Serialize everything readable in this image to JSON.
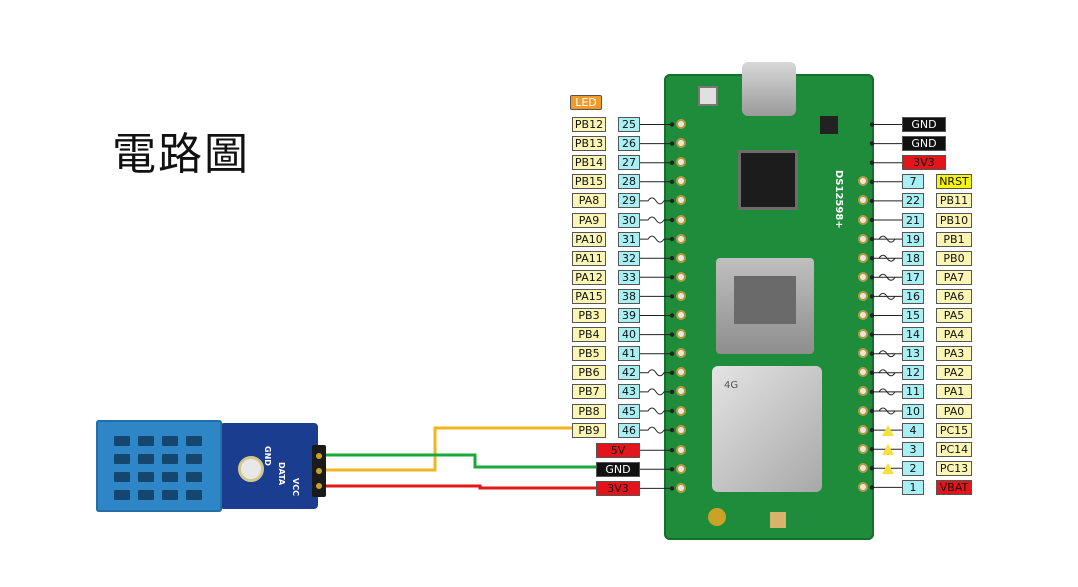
{
  "title": "電路圖",
  "sensor": {
    "labels": [
      "GND",
      "DATA",
      "VCC"
    ]
  },
  "led_label": "LED",
  "left_pins": [
    {
      "name": "PB12",
      "num": "25",
      "wave": false
    },
    {
      "name": "PB13",
      "num": "26",
      "wave": false
    },
    {
      "name": "PB14",
      "num": "27",
      "wave": false
    },
    {
      "name": "PB15",
      "num": "28",
      "wave": false
    },
    {
      "name": "PA8",
      "num": "29",
      "wave": true
    },
    {
      "name": "PA9",
      "num": "30",
      "wave": true
    },
    {
      "name": "PA10",
      "num": "31",
      "wave": true
    },
    {
      "name": "PA11",
      "num": "32",
      "wave": false
    },
    {
      "name": "PA12",
      "num": "33",
      "wave": false
    },
    {
      "name": "PA15",
      "num": "38",
      "wave": false
    },
    {
      "name": "PB3",
      "num": "39",
      "wave": false
    },
    {
      "name": "PB4",
      "num": "40",
      "wave": false
    },
    {
      "name": "PB5",
      "num": "41",
      "wave": false
    },
    {
      "name": "PB6",
      "num": "42",
      "wave": true
    },
    {
      "name": "PB7",
      "num": "43",
      "wave": true
    },
    {
      "name": "PB8",
      "num": "45",
      "wave": true
    },
    {
      "name": "PB9",
      "num": "46",
      "wave": true
    }
  ],
  "left_power": [
    "5V",
    "GND",
    "3V3"
  ],
  "right_top": [
    "GND",
    "GND",
    "3V3"
  ],
  "right_pins": [
    {
      "num": "7",
      "name": "NRST",
      "wave": false,
      "warn": false
    },
    {
      "num": "22",
      "name": "PB11",
      "wave": false,
      "warn": false
    },
    {
      "num": "21",
      "name": "PB10",
      "wave": false,
      "warn": false
    },
    {
      "num": "19",
      "name": "PB1",
      "wave": true,
      "warn": false
    },
    {
      "num": "18",
      "name": "PB0",
      "wave": true,
      "warn": false
    },
    {
      "num": "17",
      "name": "PA7",
      "wave": true,
      "warn": false
    },
    {
      "num": "16",
      "name": "PA6",
      "wave": true,
      "warn": false
    },
    {
      "num": "15",
      "name": "PA5",
      "wave": false,
      "warn": false
    },
    {
      "num": "14",
      "name": "PA4",
      "wave": false,
      "warn": false
    },
    {
      "num": "13",
      "name": "PA3",
      "wave": true,
      "warn": false
    },
    {
      "num": "12",
      "name": "PA2",
      "wave": true,
      "warn": false
    },
    {
      "num": "11",
      "name": "PA1",
      "wave": true,
      "warn": false
    },
    {
      "num": "10",
      "name": "PA0",
      "wave": true,
      "warn": false
    },
    {
      "num": "4",
      "name": "PC15",
      "wave": false,
      "warn": true
    },
    {
      "num": "3",
      "name": "PC14",
      "wave": false,
      "warn": true
    },
    {
      "num": "2",
      "name": "PC13",
      "wave": false,
      "warn": true
    },
    {
      "num": "1",
      "name": "VBAT",
      "wave": false,
      "warn": false
    }
  ],
  "board_label": "DS12598+",
  "module_label": "4G",
  "colors": {
    "wire_yellow": "#f2b51d",
    "wire_green": "#1aa83a",
    "wire_red": "#e01818",
    "pcb": "#1e8c3a"
  }
}
